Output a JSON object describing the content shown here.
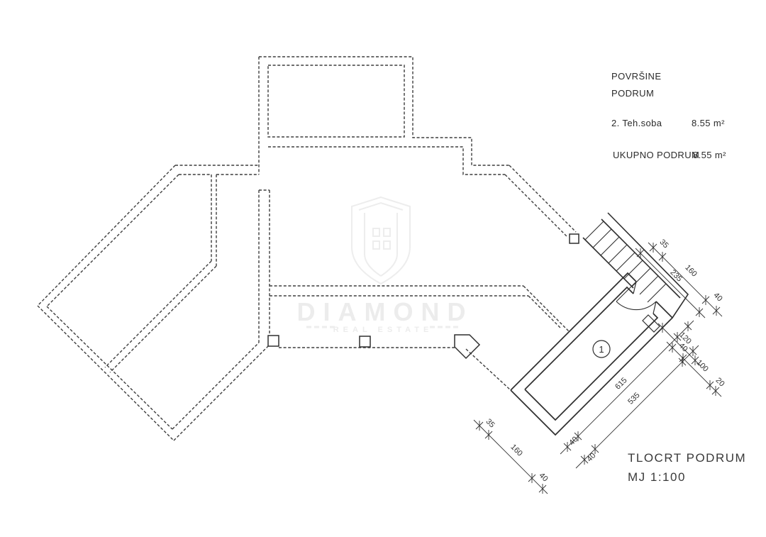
{
  "watermark": {
    "brand": "DIAMOND",
    "tagline": "REAL ESTATE"
  },
  "surfaces": {
    "title": "POVRŠINE",
    "subtitle": "PODRUM",
    "rows": [
      {
        "label": "2. Teh.soba",
        "value": "8.55 m²"
      }
    ],
    "total_label": "UKUPNO  PODRUM",
    "total_value": "8.55 m²"
  },
  "title_block": {
    "line1": "TLOCRT  PODRUM",
    "line2": "MJ  1:100"
  },
  "room_marker": "1",
  "dims": {
    "stair_out": [
      "35",
      "160",
      "40"
    ],
    "stair_total": "235",
    "door_a": "120",
    "door_b": [
      "40",
      "100",
      "20"
    ],
    "room_out": "615",
    "room_in": "535",
    "room_end_out": "40",
    "room_end_in": "40",
    "left_chain": [
      "35",
      "160",
      "40"
    ]
  }
}
